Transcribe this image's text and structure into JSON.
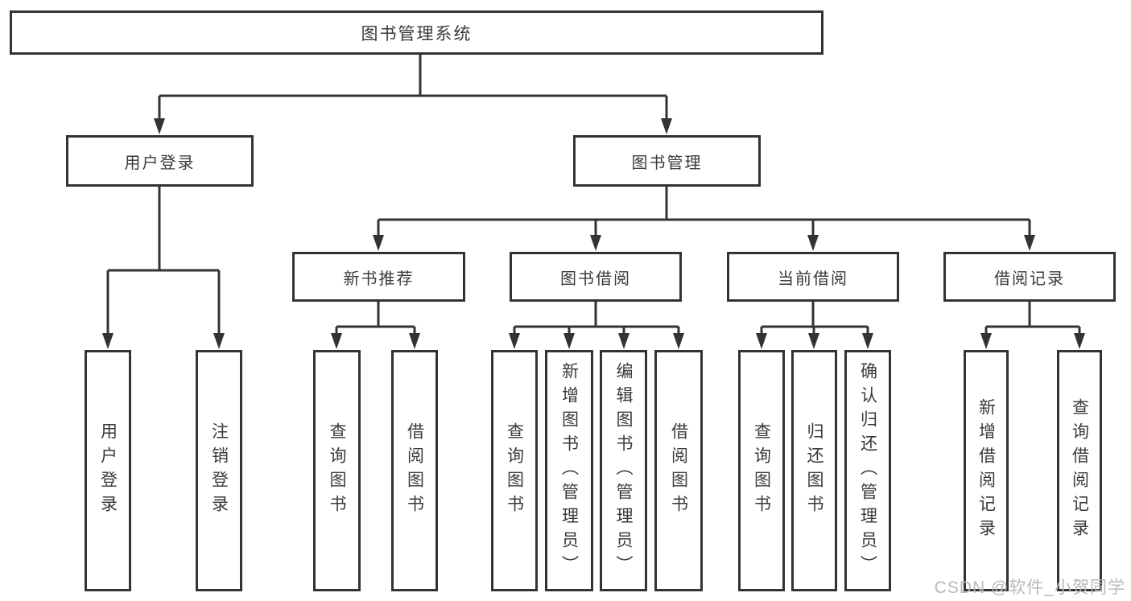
{
  "diagram": {
    "type": "hierarchy-tree",
    "root": "图书管理系统",
    "level1": {
      "user_login": "用户登录",
      "book_mgmt": "图书管理"
    },
    "level2": {
      "new_book": "新书推荐",
      "borrow": "图书借阅",
      "current": "当前借阅",
      "records": "借阅记录"
    },
    "leaves": {
      "user_login": "用户登录",
      "logout": "注销登录",
      "newbook_query": "查询图书",
      "newbook_borrow": "借阅图书",
      "borrow_query": "查询图书",
      "borrow_add": "新增图书（管理员）",
      "borrow_edit": "编辑图书（管理员）",
      "borrow_borrow": "借阅图书",
      "current_query": "查询图书",
      "current_return": "归还图书",
      "current_confirm": "确认归还（管理员）",
      "records_add": "新增借阅记录",
      "records_query": "查询借阅记录"
    },
    "hierarchy": {
      "图书管理系统": [
        "用户登录",
        "图书管理"
      ],
      "用户登录": [
        "用户登录",
        "注销登录"
      ],
      "图书管理": [
        "新书推荐",
        "图书借阅",
        "当前借阅",
        "借阅记录"
      ],
      "新书推荐": [
        "查询图书",
        "借阅图书"
      ],
      "图书借阅": [
        "查询图书",
        "新增图书（管理员）",
        "编辑图书（管理员）",
        "借阅图书"
      ],
      "当前借阅": [
        "查询图书",
        "归还图书",
        "确认归还（管理员）"
      ],
      "借阅记录": [
        "新增借阅记录",
        "查询借阅记录"
      ]
    },
    "colors": {
      "line": "#333333",
      "text": "#3a3a3a",
      "background": "#ffffff",
      "watermark": "#b9b9b9"
    }
  },
  "watermark": "CSDN @软件_小贺同学"
}
